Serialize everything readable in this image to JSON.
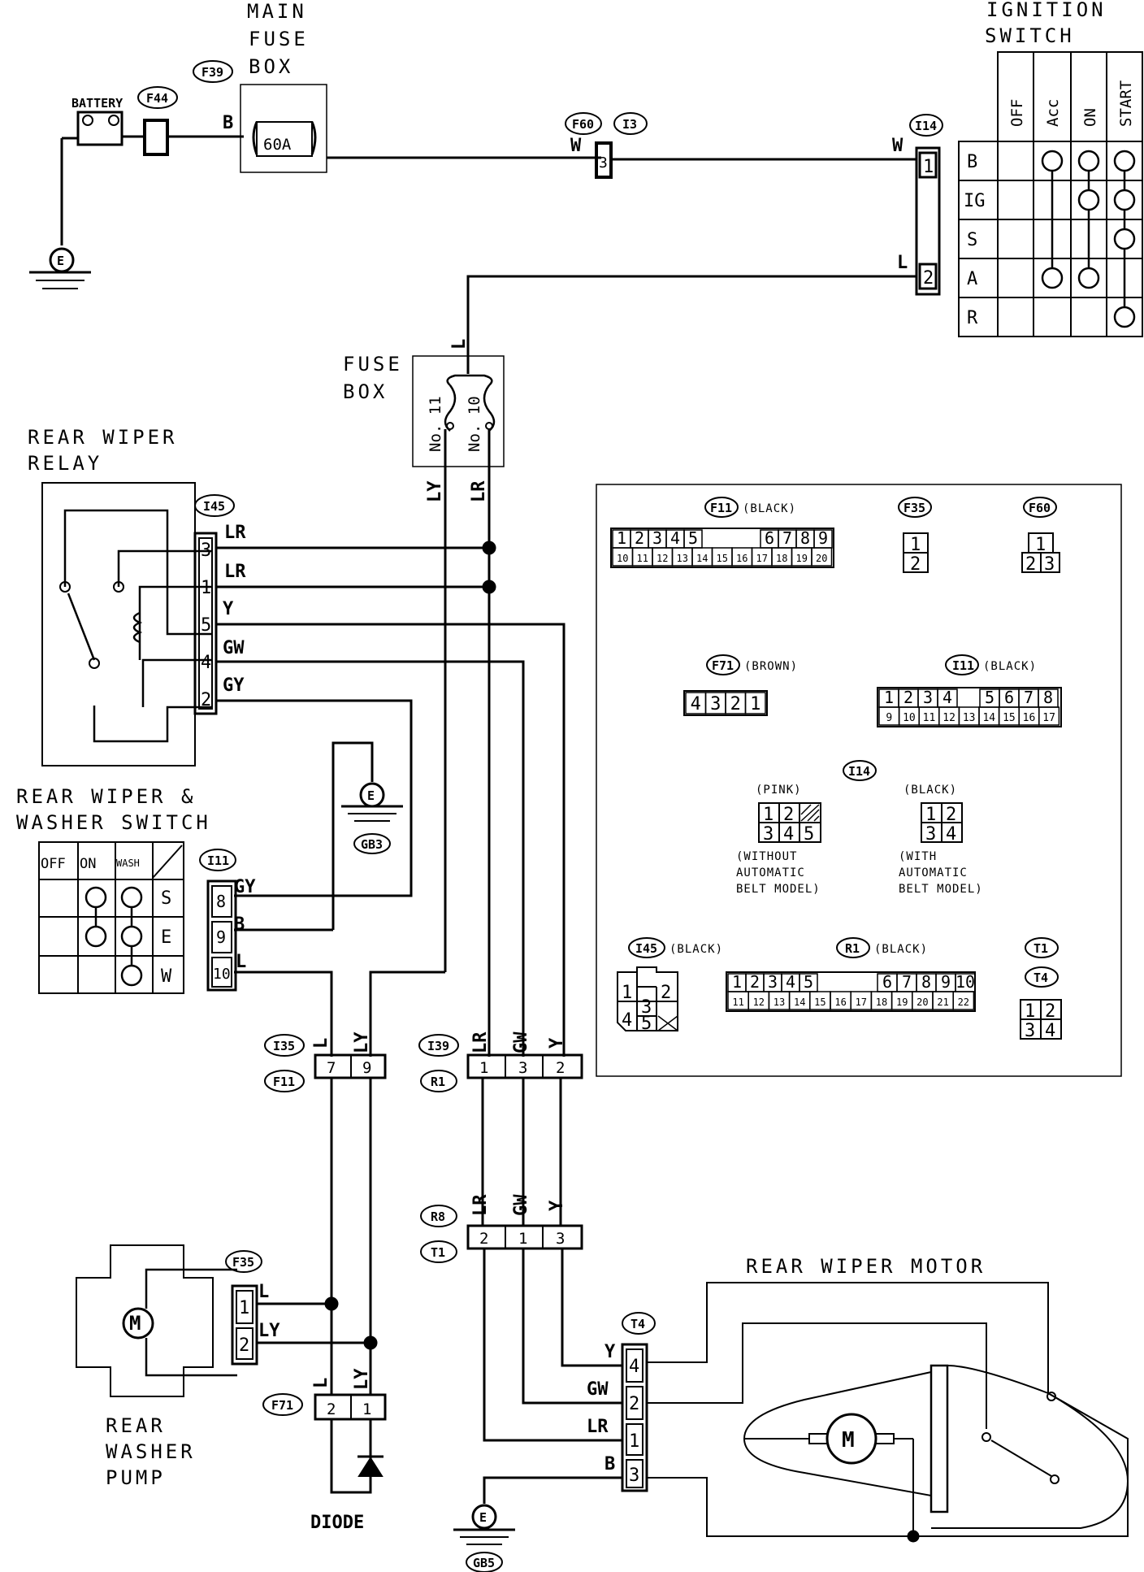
{
  "labels": {
    "main_fuse_box": [
      "MAIN",
      "FUSE",
      "BOX"
    ],
    "ignition_switch": [
      "IGNITION",
      "SWITCH"
    ],
    "battery": "BATTERY",
    "fuse_60a": "60A",
    "fuse_box": [
      "FUSE",
      "BOX"
    ],
    "fuse_no11": "No. 11",
    "fuse_no10": "No. 10",
    "rear_wiper_relay": [
      "REAR WIPER",
      "RELAY"
    ],
    "rear_wiper_washer_switch": [
      "REAR WIPER &",
      "WASHER SWITCH"
    ],
    "rear_wiper_motor": "REAR WIPER MOTOR",
    "rear_washer_pump": [
      "REAR",
      "WASHER",
      "PUMP"
    ],
    "diode": "DIODE",
    "motor_symbol": "M",
    "ground_symbol": "E"
  },
  "ignition_switch": {
    "columns": [
      "OFF",
      "Acc",
      "ON",
      "START"
    ],
    "rows": [
      "B",
      "IG",
      "S",
      "A",
      "R"
    ]
  },
  "washer_switch": {
    "columns": [
      "OFF",
      "ON",
      "WASH"
    ],
    "rows": [
      "S",
      "E",
      "W"
    ]
  },
  "connector_tags": {
    "f39": "F39",
    "f44": "F44",
    "f60": "F60",
    "i3": "I3",
    "i14": "I14",
    "i45": "I45",
    "i11": "I11",
    "gb3": "GB3",
    "i35": "I35",
    "f11": "F11",
    "i39": "I39",
    "r1": "R1",
    "r8": "R8",
    "t1": "T1",
    "f35": "F35",
    "f71": "F71",
    "t4": "T4",
    "gb5": "GB5"
  },
  "wire_colors": {
    "b": "B",
    "w": "W",
    "l": "L",
    "lr": "LR",
    "ly": "LY",
    "y": "Y",
    "gw": "GW",
    "gy": "GY"
  },
  "legend": {
    "f11": {
      "tag": "F11",
      "color": "(BLACK)",
      "top": [
        "1",
        "2",
        "3",
        "4",
        "5",
        "6",
        "7",
        "8",
        "9"
      ],
      "bottom": [
        "10",
        "11",
        "12",
        "13",
        "14",
        "15",
        "16",
        "17",
        "18",
        "19",
        "20"
      ]
    },
    "f35": {
      "tag": "F35",
      "pins": [
        "1",
        "2"
      ]
    },
    "f60": {
      "tag": "F60",
      "top": [
        "1"
      ],
      "bottom": [
        "2",
        "3"
      ]
    },
    "f71": {
      "tag": "F71",
      "color": "(BROWN)",
      "pins": [
        "4",
        "3",
        "2",
        "1"
      ]
    },
    "i11": {
      "tag": "I11",
      "color": "(BLACK)",
      "top": [
        "1",
        "2",
        "3",
        "4",
        "5",
        "6",
        "7",
        "8"
      ],
      "bottom": [
        "9",
        "10",
        "11",
        "12",
        "13",
        "14",
        "15",
        "16",
        "17"
      ]
    },
    "i14": {
      "tag": "I14",
      "pink": "(PINK)",
      "black": "(BLACK)",
      "pink_top": [
        "1",
        "2"
      ],
      "pink_bottom": [
        "3",
        "4",
        "5"
      ],
      "black_top": [
        "1",
        "2"
      ],
      "black_bottom": [
        "3",
        "4"
      ],
      "without_note": [
        "(WITHOUT",
        "AUTOMATIC",
        "BELT MODEL)"
      ],
      "with_note": [
        "(WITH",
        "AUTOMATIC",
        "BELT MODEL)"
      ]
    },
    "i45": {
      "tag": "I45",
      "color": "(BLACK)",
      "pins": [
        "1",
        "2",
        "3",
        "4",
        "5"
      ]
    },
    "r1": {
      "tag": "R1",
      "color": "(BLACK)",
      "top": [
        "1",
        "2",
        "3",
        "4",
        "5",
        "6",
        "7",
        "8",
        "9",
        "10"
      ],
      "bottom": [
        "11",
        "12",
        "13",
        "14",
        "15",
        "16",
        "17",
        "18",
        "19",
        "20",
        "21",
        "22"
      ]
    },
    "t1": {
      "tag": "T1"
    },
    "t4": {
      "tag": "T4",
      "top": [
        "1",
        "2"
      ],
      "bottom": [
        "3",
        "4"
      ]
    }
  }
}
